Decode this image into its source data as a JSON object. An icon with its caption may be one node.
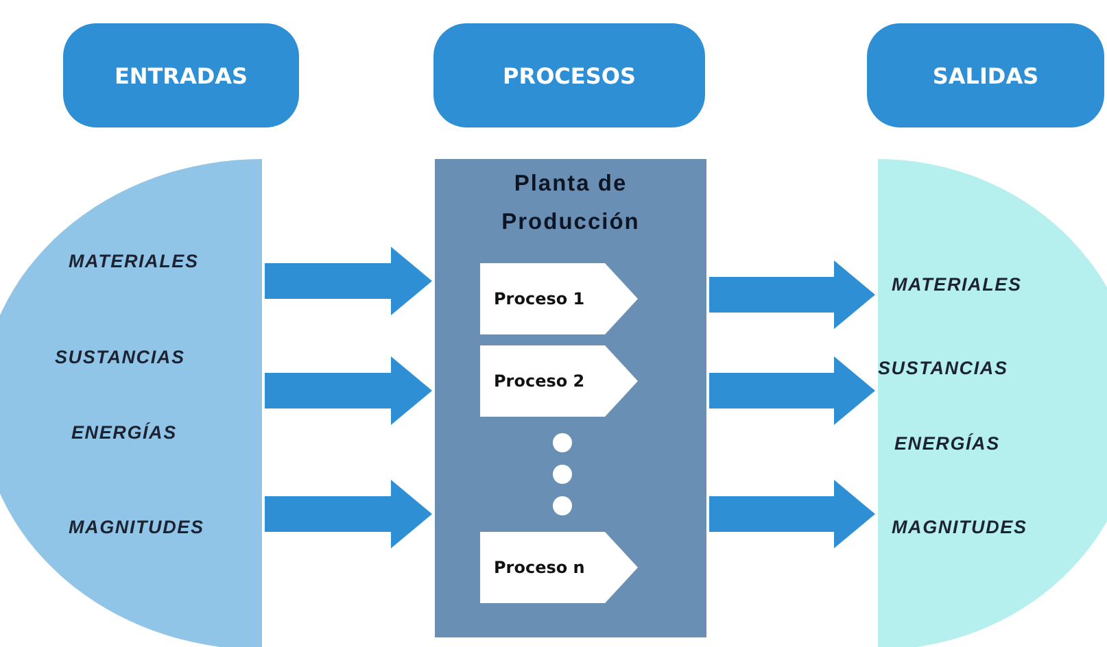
{
  "diagram": {
    "nodes": [
      {
        "text": [
          "ENTRADAS"
        ]
      },
      {
        "text": [
          "PROCESOS"
        ]
      },
      {
        "text": [
          "SALIDAS"
        ]
      },
      {
        "text": [
          "MATERIALES",
          "SUSTANCIAS",
          "ENERGÍAS",
          "MAGNITUDES"
        ]
      },
      {
        "text": [
          "Planta de Producción"
        ]
      },
      {
        "text": [
          "Proceso 1"
        ],
        "in": 4
      },
      {
        "text": [
          "Proceso 2"
        ],
        "in": 4
      },
      {
        "text": [
          "Proceso n"
        ],
        "in": 4
      },
      {
        "text": [
          "MATERIALES",
          "SUSTANCIAS",
          "ENERGÍAS",
          "MAGNITUDES"
        ]
      }
    ],
    "edges": [
      {
        "from": 3,
        "to": 4,
        "arrow": "to"
      },
      {
        "from": 3,
        "to": 4,
        "arrow": "to"
      },
      {
        "from": 3,
        "to": 4,
        "arrow": "to"
      },
      {
        "from": 4,
        "to": 8,
        "arrow": "to"
      },
      {
        "from": 4,
        "to": 8,
        "arrow": "to"
      },
      {
        "from": 4,
        "to": 8,
        "arrow": "to"
      }
    ]
  }
}
